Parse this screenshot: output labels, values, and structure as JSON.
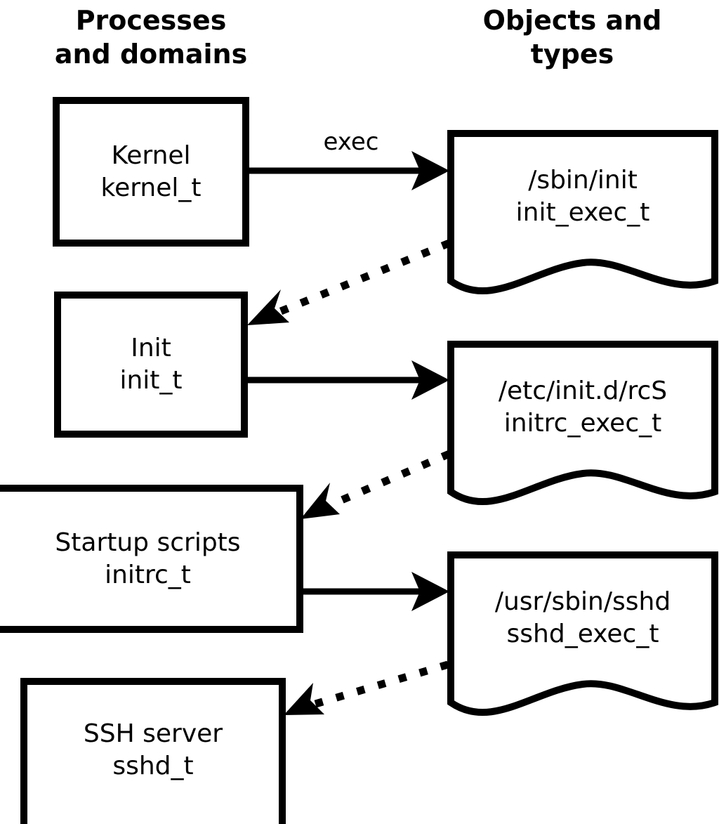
{
  "headings": {
    "left": "Processes\nand domains",
    "right": "Objects and\ntypes"
  },
  "process_nodes": [
    {
      "id": "kernel",
      "title": "Kernel",
      "type": "kernel_t"
    },
    {
      "id": "init",
      "title": "Init",
      "type": "init_t"
    },
    {
      "id": "initrc",
      "title": "Startup scripts",
      "type": "initrc_t"
    },
    {
      "id": "sshd",
      "title": "SSH server",
      "type": "sshd_t"
    }
  ],
  "object_nodes": [
    {
      "id": "init-exec",
      "path": "/sbin/init",
      "type": "init_exec_t"
    },
    {
      "id": "initrc-exec",
      "path": "/etc/init.d/rcS",
      "type": "initrc_exec_t"
    },
    {
      "id": "sshd-exec",
      "path": "/usr/sbin/sshd",
      "type": "sshd_exec_t"
    }
  ],
  "edges": [
    {
      "id": "e1",
      "from": "kernel",
      "to": "init-exec",
      "label": "exec",
      "style": "solid"
    },
    {
      "id": "e2",
      "from": "init-exec",
      "to": "init",
      "label": "",
      "style": "dotted"
    },
    {
      "id": "e3",
      "from": "init",
      "to": "initrc-exec",
      "label": "",
      "style": "solid"
    },
    {
      "id": "e4",
      "from": "initrc-exec",
      "to": "initrc",
      "label": "",
      "style": "dotted"
    },
    {
      "id": "e5",
      "from": "initrc",
      "to": "sshd-exec",
      "label": "",
      "style": "solid"
    },
    {
      "id": "e6",
      "from": "sshd-exec",
      "to": "sshd",
      "label": "",
      "style": "dotted"
    }
  ],
  "colors": {
    "stroke": "#000000",
    "fill": "#ffffff",
    "text": "#000000"
  }
}
